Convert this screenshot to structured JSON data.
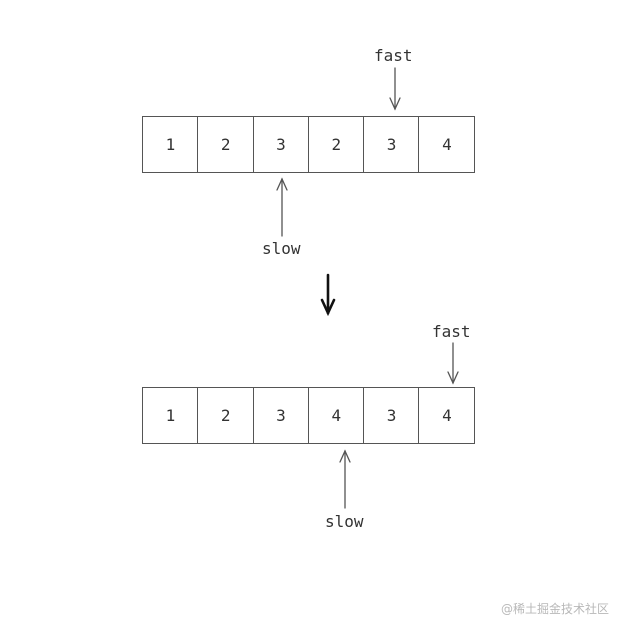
{
  "top_array": {
    "cells": [
      "1",
      "2",
      "3",
      "2",
      "3",
      "4"
    ],
    "fast_label": "fast",
    "slow_label": "slow",
    "fast_index": 4,
    "slow_index": 2
  },
  "bottom_array": {
    "cells": [
      "1",
      "2",
      "3",
      "4",
      "3",
      "4"
    ],
    "fast_label": "fast",
    "slow_label": "slow",
    "fast_index": 5,
    "slow_index": 3
  },
  "transition_arrow": "down",
  "watermark": "@稀土掘金技术社区",
  "colors": {
    "stroke": "#555555",
    "text": "#333333",
    "transition_arrow": "#111111",
    "watermark": "#b8b8b8"
  }
}
